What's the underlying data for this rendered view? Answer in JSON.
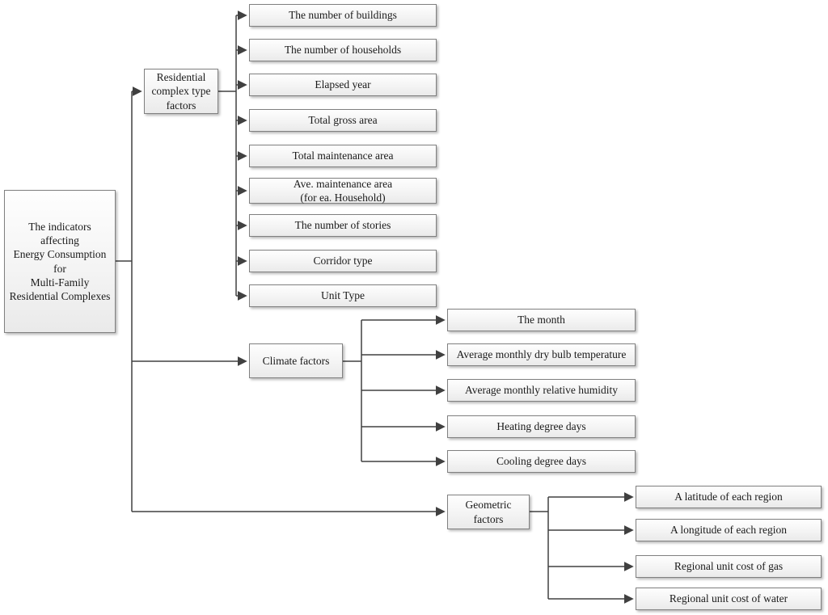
{
  "tree": {
    "root": {
      "label": "The indicators\naffecting\nEnergy Consumption\nfor\nMulti-Family\nResidential Complexes"
    },
    "branches": [
      {
        "label": "Residential\ncomplex type\nfactors",
        "children": [
          "The number of buildings",
          "The number of households",
          "Elapsed year",
          "Total gross area",
          "Total maintenance area",
          "Ave. maintenance area\n(for ea. Household)",
          "The number of stories",
          "Corridor type",
          "Unit Type"
        ]
      },
      {
        "label": "Climate factors",
        "children": [
          "The month",
          "Average monthly dry bulb temperature",
          "Average monthly relative humidity",
          "Heating degree days",
          "Cooling degree days"
        ]
      },
      {
        "label": "Geometric\nfactors",
        "children": [
          "A latitude of each region",
          "A longitude of each region",
          "Regional unit cost of gas",
          "Regional unit cost of water"
        ]
      }
    ]
  },
  "style": {
    "line_color": "#404040",
    "box_border_color": "#808080",
    "box_fill_top": "#fefefe",
    "box_fill_bottom": "#eaeaea",
    "text_color": "#1a1a1a"
  }
}
